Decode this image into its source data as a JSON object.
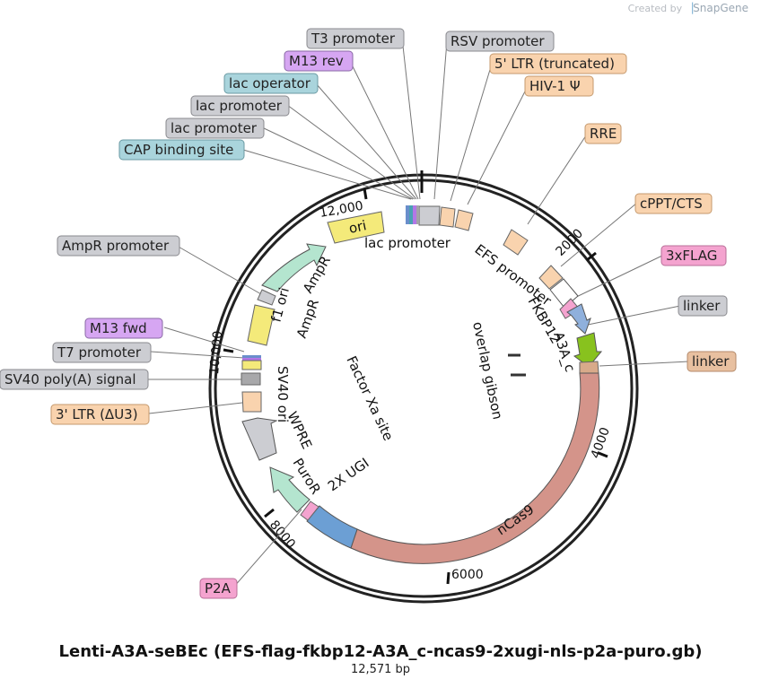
{
  "credit": {
    "prefix": "Created by",
    "brand": "SnapGene"
  },
  "plasmid": {
    "title": "Lenti-A3A-seBEc (EFS-flag-fkbp12-A3A_c-ncas9-2xugi-nls-p2a-puro.gb)",
    "length": "12,571 bp",
    "length_value": 12571
  },
  "tick_labels": [
    "12,000",
    "2000",
    "4000",
    "6000",
    "8000",
    "10,000"
  ],
  "callouts": [
    {
      "text": "T3 promoter",
      "color": "#cccdd2"
    },
    {
      "text": "M13 rev",
      "color": "#d6a6f2"
    },
    {
      "text": "lac operator",
      "color": "#a9d4dc"
    },
    {
      "text": "lac promoter",
      "color": "#cccdd2"
    },
    {
      "text": "lac promoter",
      "color": "#cccdd2"
    },
    {
      "text": "CAP binding site",
      "color": "#a9d4dc"
    },
    {
      "text": "RSV promoter",
      "color": "#cccdd2"
    },
    {
      "text": "5' LTR (truncated)",
      "color": "#f9d3ae"
    },
    {
      "text": "HIV-1 Ψ",
      "color": "#f9d3ae"
    },
    {
      "text": "RRE",
      "color": "#f9d3ae"
    },
    {
      "text": "cPPT/CTS",
      "color": "#f9d3ae"
    },
    {
      "text": "3xFLAG",
      "color": "#f4a3cf"
    },
    {
      "text": "linker",
      "color": "#cccdd2"
    },
    {
      "text": "linker",
      "color": "#e8c0a0"
    },
    {
      "text": "AmpR promoter",
      "color": "#cccdd2"
    },
    {
      "text": "M13 fwd",
      "color": "#d6a6f2"
    },
    {
      "text": "T7 promoter",
      "color": "#cccdd2"
    },
    {
      "text": "SV40 poly(A) signal",
      "color": "#cccdd2"
    },
    {
      "text": "3' LTR (ΔU3)",
      "color": "#f9d3ae"
    },
    {
      "text": "P2A",
      "color": "#f4a3cf"
    }
  ],
  "inner_labels": [
    "ori",
    "lac promoter",
    "EFS promoter",
    "FKBP12",
    "A3A_c",
    "overlap gibson",
    "nCas9",
    "2X UGI",
    "PuroR",
    "WPRE",
    "SV40 ori",
    "f1 ori",
    "AmpR",
    "AmpR",
    "Factor Xa site"
  ],
  "features": [
    {
      "name": "ori",
      "color": "#f4ea7a"
    },
    {
      "name": "lac promoter",
      "color": "#cccdd2"
    },
    {
      "name": "RSV promoter",
      "color": "#cccdd2"
    },
    {
      "name": "5' LTR (truncated)",
      "color": "#f9d3ae"
    },
    {
      "name": "HIV-1 Ψ",
      "color": "#f9d3ae"
    },
    {
      "name": "RRE",
      "color": "#f9d3ae"
    },
    {
      "name": "cPPT/CTS",
      "color": "#f9d3ae"
    },
    {
      "name": "EFS promoter",
      "color": "#ffffff"
    },
    {
      "name": "3xFLAG",
      "color": "#f4a3cf"
    },
    {
      "name": "FKBP12",
      "color": "#8fb0dc"
    },
    {
      "name": "A3A_c",
      "color": "#88c21e"
    },
    {
      "name": "linker",
      "color": "#d8aa8a"
    },
    {
      "name": "nCas9",
      "color": "#d4948a"
    },
    {
      "name": "2X UGI",
      "color": "#6c9fd4"
    },
    {
      "name": "P2A",
      "color": "#f4a3cf"
    },
    {
      "name": "PuroR",
      "color": "#b4e5cf"
    },
    {
      "name": "WPRE",
      "color": "#cccdd2"
    },
    {
      "name": "3' LTR (ΔU3)",
      "color": "#f9d3ae"
    },
    {
      "name": "SV40 ori",
      "color": "#cccdd2"
    },
    {
      "name": "SV40 poly(A) signal",
      "color": "#cccdd2"
    },
    {
      "name": "f1 ori",
      "color": "#f4ea7a"
    },
    {
      "name": "AmpR",
      "color": "#b4e5cf"
    },
    {
      "name": "AmpR promoter",
      "color": "#cccdd2"
    }
  ]
}
